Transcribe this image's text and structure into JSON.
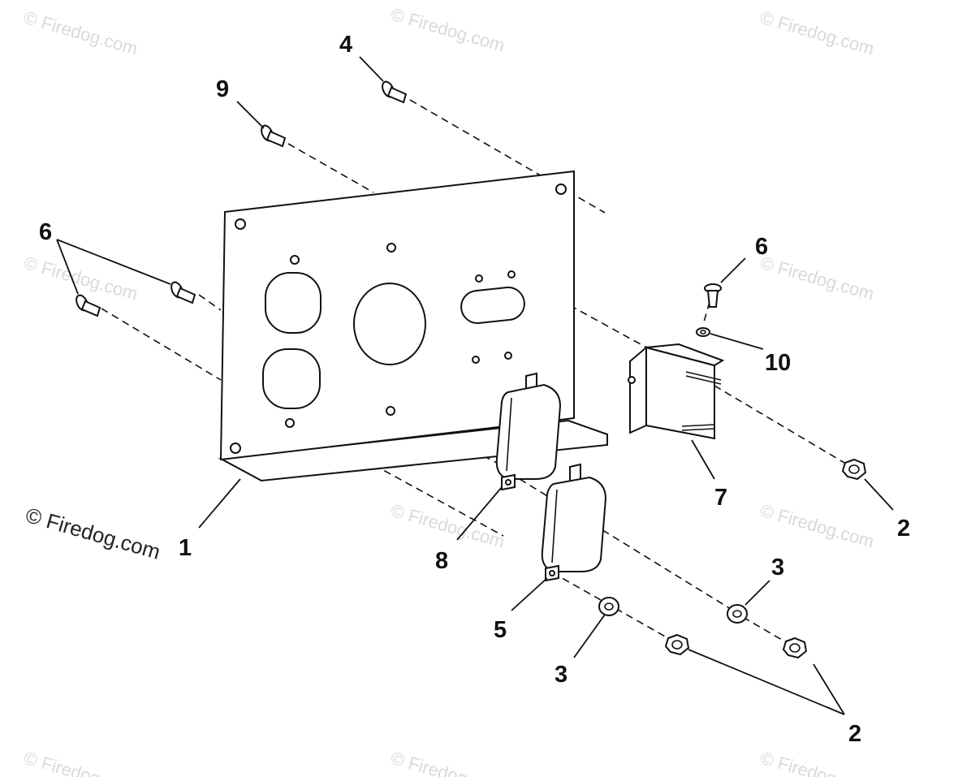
{
  "watermark": {
    "text": "© Firedog.com",
    "main_text": "© Firedog.com"
  },
  "callouts": {
    "c1": "1",
    "c2a": "2",
    "c2b": "2",
    "c3a": "3",
    "c3b": "3",
    "c4": "4",
    "c5": "5",
    "c6a": "6",
    "c6b": "6",
    "c7": "7",
    "c8": "8",
    "c9": "9",
    "c10": "10"
  }
}
